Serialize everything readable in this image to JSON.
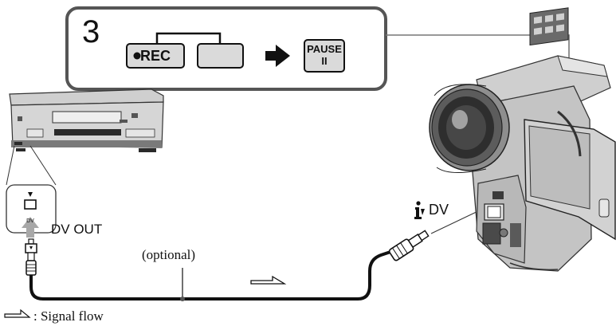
{
  "step": {
    "number": "3"
  },
  "buttons": {
    "rec_label": "REC",
    "pause_label": "PAUSE",
    "pause_symbol": "II"
  },
  "vcr_panel": {
    "port_label": "DV"
  },
  "labels": {
    "dv_out": "DV OUT",
    "camera_dv": "DV",
    "optional": "(optional)",
    "legend": ": Signal flow"
  },
  "icons": [
    "record-dot-icon",
    "arrow-right-icon",
    "i-link-icon",
    "signal-flow-arrow-icon",
    "dv-port-icon",
    "arrow-up-icon"
  ],
  "colors": {
    "line": "#111111",
    "button_fill": "#dadada",
    "device_fill": "#c9c9c9",
    "device_dark": "#3a3a3a",
    "arrow_fill": "#a8a8a8"
  }
}
